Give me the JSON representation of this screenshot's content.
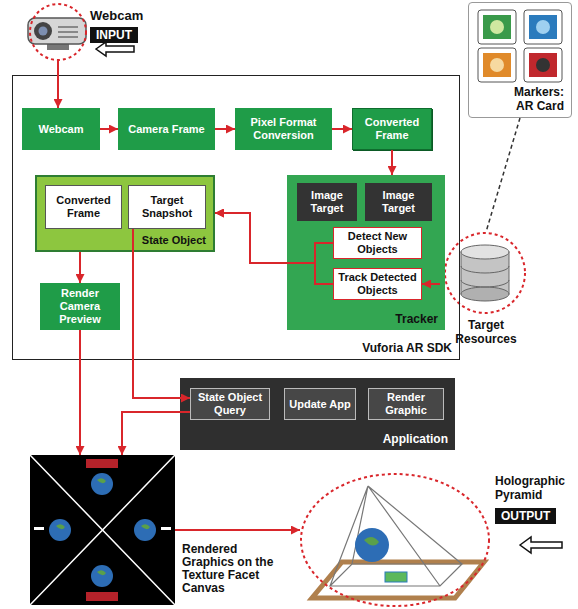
{
  "diagram": {
    "nodes": [
      {
        "text": [
          "Webcam",
          "INPUT"
        ]
      },
      {
        "text": [
          "Markers: AR Card"
        ]
      },
      {
        "text": [
          "Vuforia AR SDK"
        ]
      },
      {
        "text": [
          "Webcam"
        ],
        "in": 2
      },
      {
        "text": [
          "Camera Frame"
        ],
        "in": 2
      },
      {
        "text": [
          "Pixel Format Conversion"
        ],
        "in": 2
      },
      {
        "text": [
          "Converted Frame"
        ],
        "in": 2
      },
      {
        "text": [
          "State Object"
        ],
        "in": 2
      },
      {
        "text": [
          "Converted Frame"
        ],
        "in": 7
      },
      {
        "text": [
          "Target Snapshot"
        ],
        "in": 7
      },
      {
        "text": [
          "Tracker"
        ],
        "in": 2
      },
      {
        "text": [
          "Image Target"
        ],
        "in": 10
      },
      {
        "text": [
          "Image Target"
        ],
        "in": 10
      },
      {
        "text": [
          "Detect New Objects"
        ],
        "in": 10
      },
      {
        "text": [
          "Track Detected Objects"
        ],
        "in": 10
      },
      {
        "text": [
          "Target Resources"
        ]
      },
      {
        "text": [
          "Render Camera Preview"
        ],
        "in": 2
      },
      {
        "text": [
          "Application"
        ]
      },
      {
        "text": [
          "State Object Query"
        ],
        "in": 17
      },
      {
        "text": [
          "Update App"
        ],
        "in": 17
      },
      {
        "text": [
          "Render Graphic"
        ],
        "in": 17
      },
      {
        "text": [
          "Rendered Graphics on the Texture Facet Canvas"
        ]
      },
      {
        "text": [
          "Holographic Pyramid",
          "OUTPUT"
        ]
      }
    ],
    "edges": [
      {
        "from": 0,
        "to": 3,
        "arrow": "to"
      },
      {
        "from": 3,
        "to": 4,
        "arrow": "to"
      },
      {
        "from": 4,
        "to": 5,
        "arrow": "to"
      },
      {
        "from": 5,
        "to": 6,
        "arrow": "to"
      },
      {
        "from": 6,
        "to": 10,
        "arrow": "to"
      },
      {
        "from": 15,
        "to": 14,
        "arrow": "to"
      },
      {
        "from": 13,
        "to": 7,
        "arrow": "to"
      },
      {
        "from": 14,
        "to": 7,
        "arrow": "to"
      },
      {
        "from": 7,
        "to": 16,
        "arrow": "to"
      },
      {
        "from": 9,
        "to": 18,
        "arrow": "to"
      },
      {
        "from": 16,
        "to": 21,
        "arrow": "to"
      },
      {
        "from": 18,
        "to": 21,
        "arrow": "to"
      },
      {
        "from": 21,
        "to": 22,
        "arrow": "to"
      },
      {
        "from": 1,
        "to": 15,
        "arrow": "none"
      }
    ]
  }
}
